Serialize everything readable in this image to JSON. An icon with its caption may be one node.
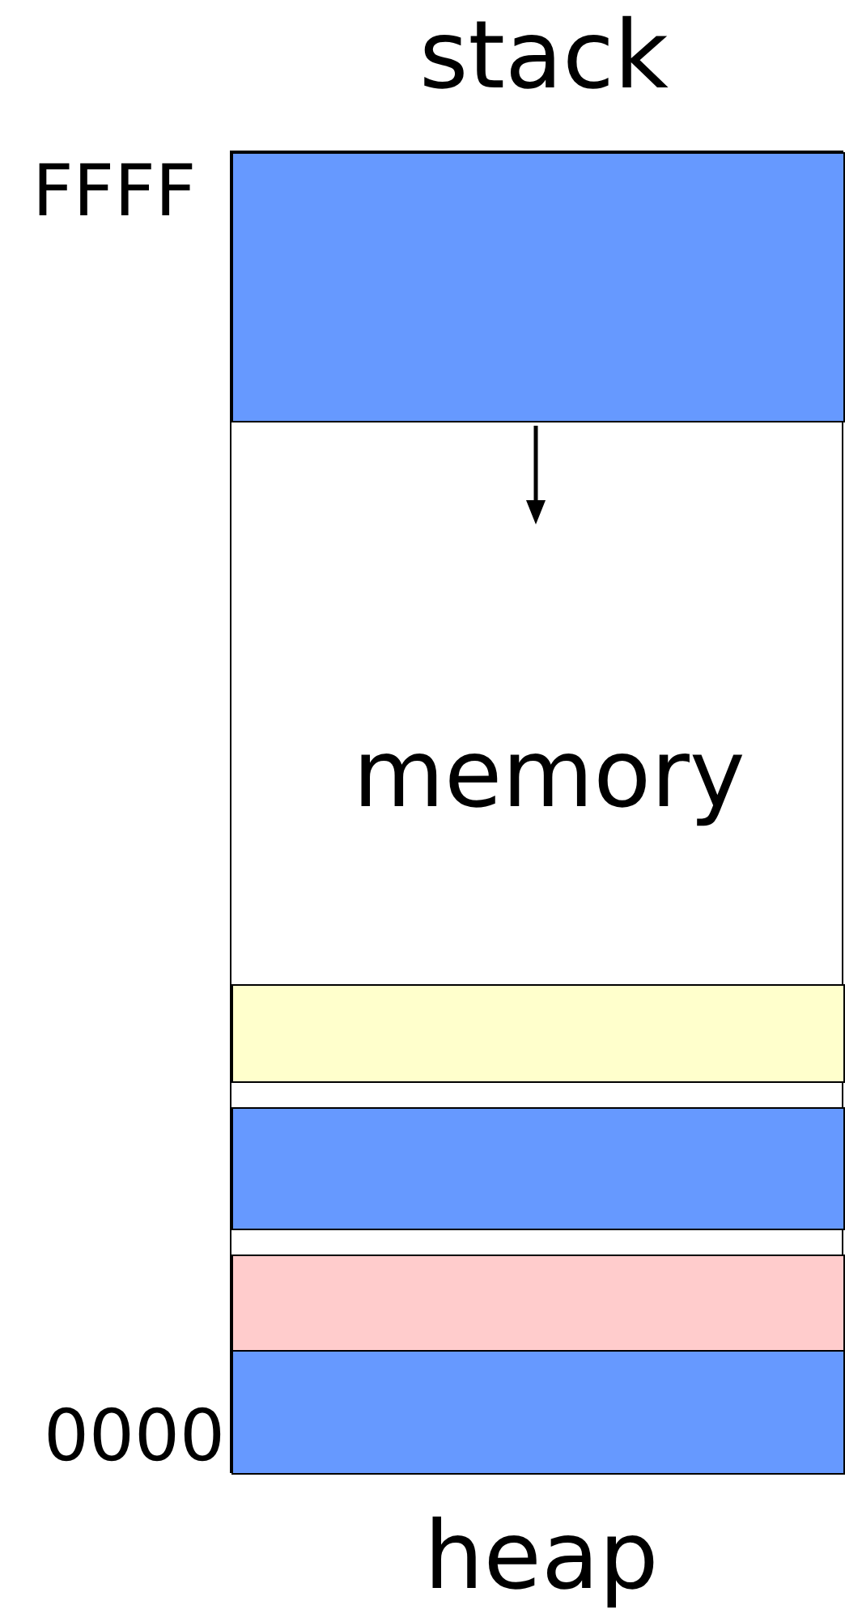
{
  "diagram": {
    "nodes": [
      {
        "text": [
          "memory"
        ]
      },
      {
        "text": [
          "stack"
        ],
        "in": 0
      },
      {
        "text": [],
        "shape": "box",
        "in": 0
      },
      {
        "text": [],
        "shape": "box",
        "in": 0
      },
      {
        "text": [],
        "shape": "box",
        "in": 0
      },
      {
        "text": [
          "heap"
        ],
        "in": 0
      }
    ],
    "labels": [
      "FFFF",
      "0000"
    ]
  }
}
